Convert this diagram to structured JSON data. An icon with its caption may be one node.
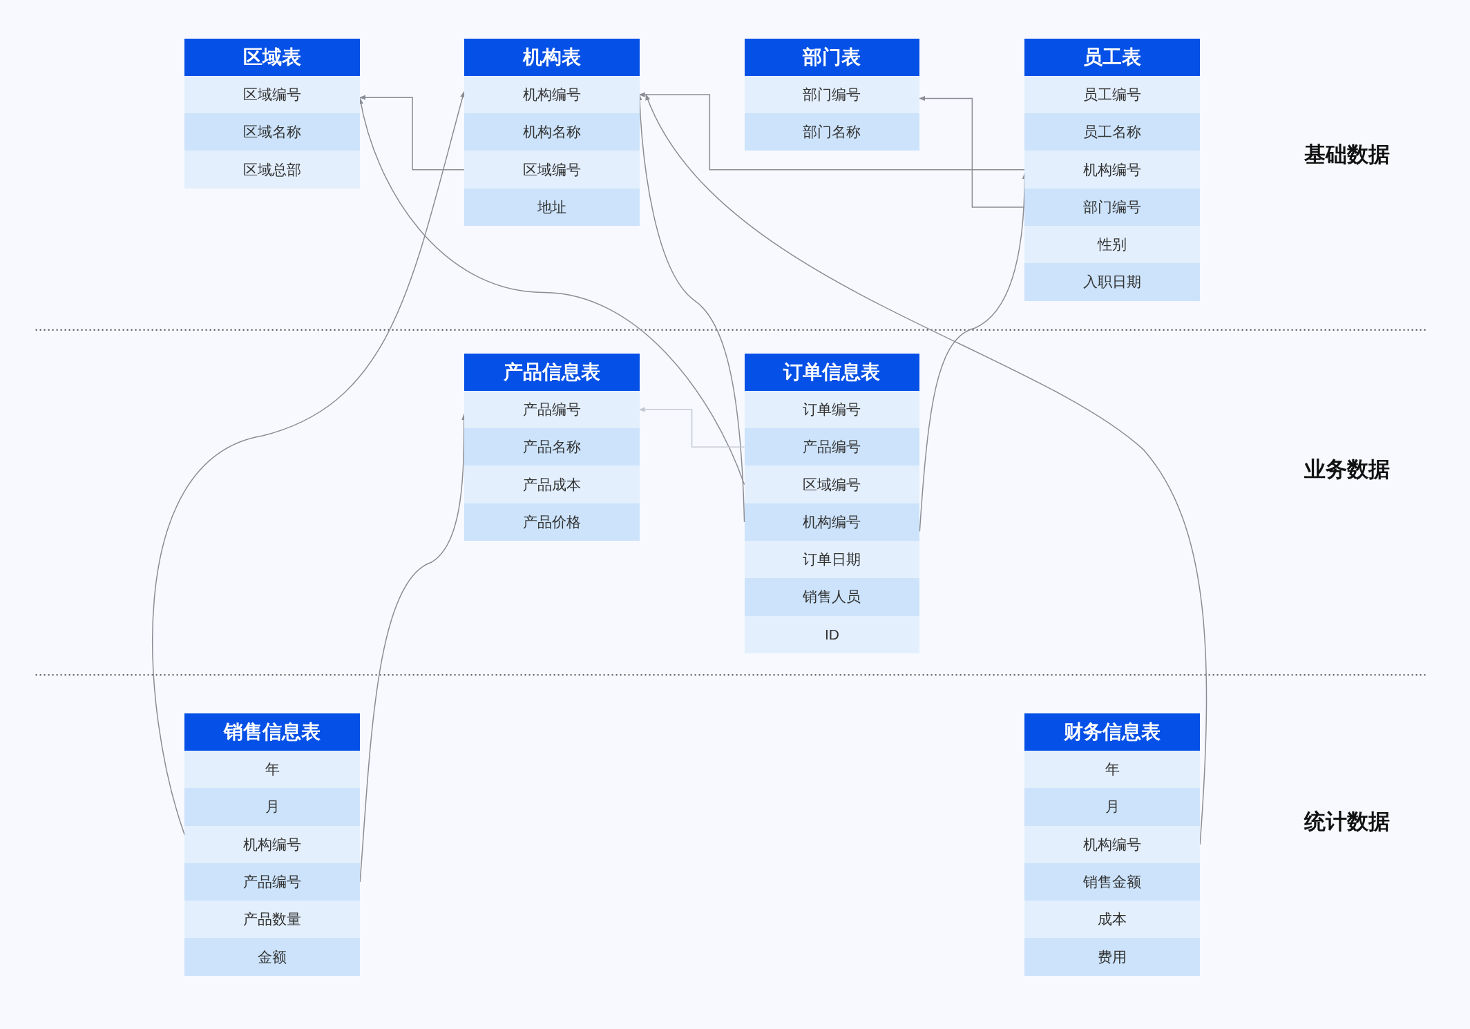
{
  "diagram": {
    "nodes": [
      {
        "text": [
          "区域表"
        ]
      },
      {
        "text": [
          "区域编号"
        ],
        "in": 0
      },
      {
        "text": [
          "区域名称"
        ],
        "in": 0
      },
      {
        "text": [
          "区域总部"
        ],
        "in": 0
      },
      {
        "text": [
          "机构表"
        ]
      },
      {
        "text": [
          "机构编号"
        ],
        "in": 4
      },
      {
        "text": [
          "机构名称"
        ],
        "in": 4
      },
      {
        "text": [
          "区域编号"
        ],
        "in": 4
      },
      {
        "text": [
          "地址"
        ],
        "in": 4
      },
      {
        "text": [
          "部门表"
        ]
      },
      {
        "text": [
          "部门编号"
        ],
        "in": 9
      },
      {
        "text": [
          "部门名称"
        ],
        "in": 9
      },
      {
        "text": [
          "员工表"
        ]
      },
      {
        "text": [
          "员工编号"
        ],
        "in": 12
      },
      {
        "text": [
          "员工名称"
        ],
        "in": 12
      },
      {
        "text": [
          "机构编号"
        ],
        "in": 12
      },
      {
        "text": [
          "部门编号"
        ],
        "in": 12
      },
      {
        "text": [
          "性别"
        ],
        "in": 12
      },
      {
        "text": [
          "入职日期"
        ],
        "in": 12
      },
      {
        "text": [
          "产品信息表"
        ]
      },
      {
        "text": [
          "产品编号"
        ],
        "in": 19
      },
      {
        "text": [
          "产品名称"
        ],
        "in": 19
      },
      {
        "text": [
          "产品成本"
        ],
        "in": 19
      },
      {
        "text": [
          "产品价格"
        ],
        "in": 19
      },
      {
        "text": [
          "订单信息表"
        ]
      },
      {
        "text": [
          "订单编号"
        ],
        "in": 24
      },
      {
        "text": [
          "产品编号"
        ],
        "in": 24
      },
      {
        "text": [
          "区域编号"
        ],
        "in": 24
      },
      {
        "text": [
          "机构编号"
        ],
        "in": 24
      },
      {
        "text": [
          "订单日期"
        ],
        "in": 24
      },
      {
        "text": [
          "销售人员"
        ],
        "in": 24
      },
      {
        "text": [
          "ID"
        ],
        "in": 24
      },
      {
        "text": [
          "销售信息表"
        ]
      },
      {
        "text": [
          "年"
        ],
        "in": 32
      },
      {
        "text": [
          "月"
        ],
        "in": 32
      },
      {
        "text": [
          "机构编号"
        ],
        "in": 32
      },
      {
        "text": [
          "产品编号"
        ],
        "in": 32
      },
      {
        "text": [
          "产品数量"
        ],
        "in": 32
      },
      {
        "text": [
          "金额"
        ],
        "in": 32
      },
      {
        "text": [
          "财务信息表"
        ]
      },
      {
        "text": [
          "年"
        ],
        "in": 39
      },
      {
        "text": [
          "月"
        ],
        "in": 39
      },
      {
        "text": [
          "机构编号"
        ],
        "in": 39
      },
      {
        "text": [
          "销售金额"
        ],
        "in": 39
      },
      {
        "text": [
          "成本"
        ],
        "in": 39
      },
      {
        "text": [
          "费用"
        ],
        "in": 39
      }
    ],
    "edges": [
      {
        "from": 7,
        "to": 1,
        "arrow": "to"
      },
      {
        "from": 15,
        "to": 5,
        "arrow": "to"
      },
      {
        "from": 16,
        "to": 10,
        "arrow": "to"
      },
      {
        "from": 27,
        "to": 1,
        "arrow": "to"
      },
      {
        "from": 28,
        "to": 5,
        "arrow": "to"
      },
      {
        "from": 28,
        "to": 15,
        "arrow": "to"
      },
      {
        "from": 26,
        "to": 20,
        "arrow": "to",
        "color": "#c4c8d0"
      },
      {
        "from": 35,
        "to": 5,
        "arrow": "to"
      },
      {
        "from": 36,
        "to": 20,
        "arrow": "to"
      },
      {
        "from": 42,
        "to": 5,
        "arrow": "to"
      }
    ],
    "labels": [
      "基础数据",
      "业务数据",
      "统计数据"
    ]
  }
}
